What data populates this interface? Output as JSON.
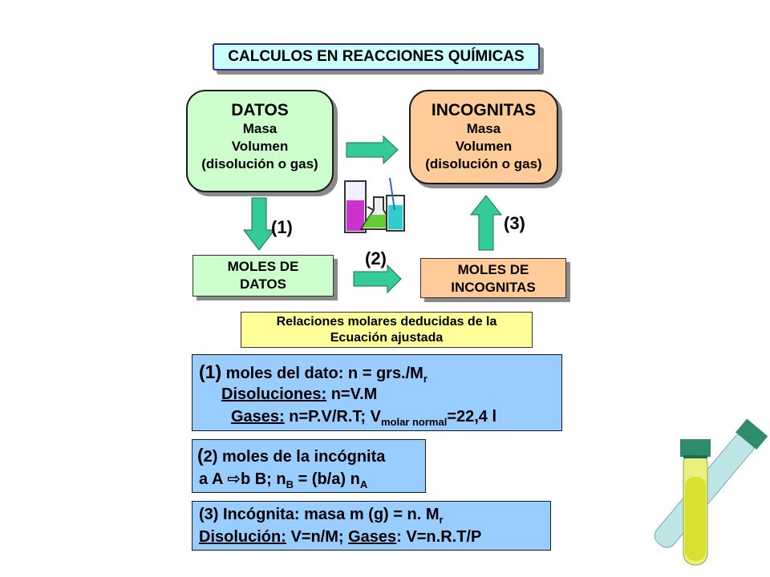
{
  "title": "CALCULOS EN REACCIONES QUÍMICAS",
  "datos_box": {
    "heading": "DATOS",
    "lines": [
      "Masa",
      "Volumen",
      "(disolución o gas)"
    ]
  },
  "incognitas_box": {
    "heading": "INCOGNITAS",
    "lines": [
      "Masa",
      "Volumen",
      "(disolución o gas)"
    ]
  },
  "moles_datos": [
    "MOLES DE",
    "DATOS"
  ],
  "moles_incognitas": [
    "MOLES DE",
    "INCOGNITAS"
  ],
  "step_labels": {
    "one": "(1)",
    "two": "(2)",
    "three": "(3)"
  },
  "relaciones": [
    "Relaciones molares deducidas de la",
    "Ecuación ajustada"
  ],
  "info1": {
    "line1": {
      "prefix": "(1)",
      "text": " moles del dato: n = grs./M",
      "sub": "r"
    },
    "line2": {
      "label": "Disoluciones:",
      "text": "  n=V.M"
    },
    "line3": {
      "label": "Gases:",
      "text": " n=P.V/R.T;  V",
      "sub": "molar normal",
      "after": "=22,4 l"
    }
  },
  "info2": {
    "line1": {
      "prefix": "(",
      "num": "2",
      "text": ") moles de la incógnita"
    },
    "line2": {
      "a": "a A ",
      "arrow": "⇨",
      "b": "b B;  n",
      "sub1": "B",
      "eq": " = (b/a) n",
      "sub2": "A"
    }
  },
  "info3": {
    "line1": {
      "text": "(3) Incógnita: masa m (g) = n. M",
      "sub": "r"
    },
    "line2": {
      "label1": "Disolución:",
      "text1": " V=n/M; ",
      "label2": "Gases",
      "text2": ": V=n.R.T/P"
    }
  },
  "colors": {
    "green_box": "#ccffcc",
    "orange_box": "#ffcc99",
    "yellow_box": "#ffff99",
    "blue_box": "#99ccff",
    "title_box": "#ccffff",
    "arrow": "#33cc99"
  }
}
